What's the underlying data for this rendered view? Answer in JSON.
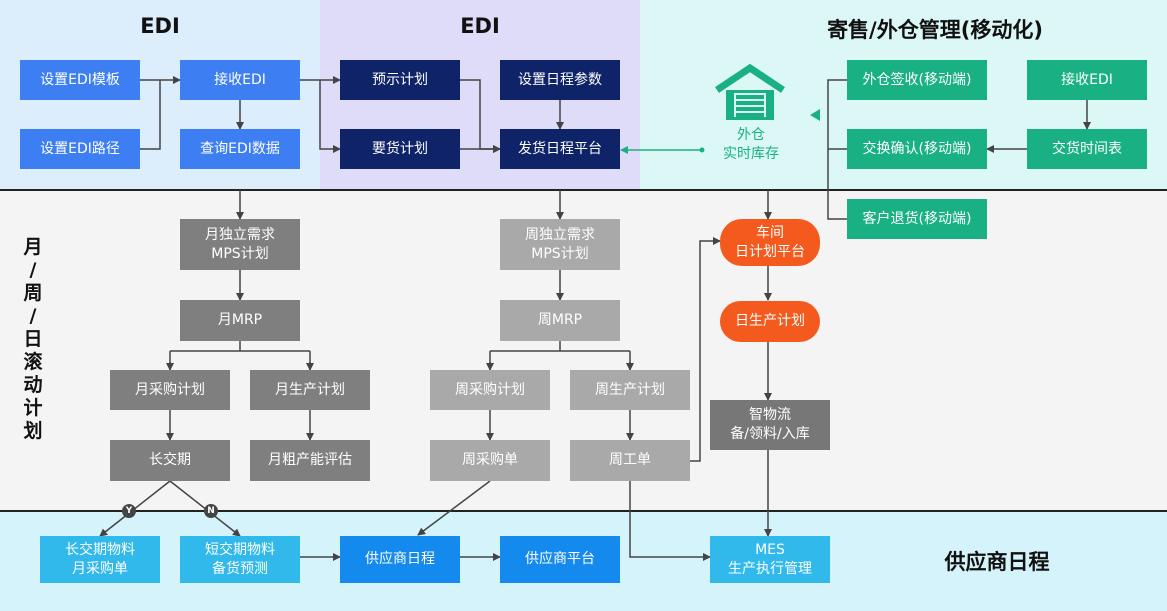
{
  "zones": {
    "edi_left_title": "EDI",
    "edi_mid_title": "EDI",
    "consign_title": "寄售/外仓管理(移动化)",
    "rolling_title": "月\n/\n周\n/\n日\n滚\n动\n计\n划",
    "supplier_title": "供应商日程"
  },
  "edi_left": {
    "set_template": "设置EDI模板",
    "receive_edi": "接收EDI",
    "set_path": "设置EDI路径",
    "query_data": "查询EDI数据"
  },
  "edi_mid": {
    "forecast_plan": "预示计划",
    "set_params": "设置日程参数",
    "demand_plan": "要货计划",
    "ship_platform": "发货日程平台"
  },
  "consign": {
    "warehouse_label": "外仓\n实时库存",
    "sign_mobile": "外仓签收(移动端)",
    "receive_edi": "接收EDI",
    "confirm_mobile": "交换确认(移动端)",
    "delivery_table": "交货时间表",
    "return_mobile": "客户退货(移动端)"
  },
  "monthly": {
    "mps": "月独立需求\nMPS计划",
    "mrp": "月MRP",
    "purchase_plan": "月采购计划",
    "production_plan": "月生产计划",
    "long_lead": "长交期",
    "capacity": "月粗产能评估"
  },
  "weekly": {
    "mps": "周独立需求\nMPS计划",
    "mrp": "周MRP",
    "purchase_plan": "周采购计划",
    "production_plan": "周生产计划",
    "purchase_order": "周采购单",
    "work_order": "周工单"
  },
  "daily": {
    "workshop": "车间\n日计划平台",
    "production": "日生产计划",
    "logistics": "智物流\n备/领料/入库"
  },
  "supplier": {
    "long_lead_order": "长交期物料\n月采购单",
    "short_lead_forecast": "短交期物料\n备货预测",
    "schedule": "供应商日程",
    "platform": "供应商平台",
    "mes": "MES\n生产执行管理"
  },
  "badges": {
    "yes": "Y",
    "no": "N"
  },
  "colors": {
    "edi_left_bg": "#dcedfc",
    "edi_mid_bg": "#dfdcf9",
    "consign_bg": "#dcf8f6",
    "rolling_bg": "#f4f4f4",
    "supplier_bg": "#d5f3fb"
  },
  "icons": {
    "warehouse": "warehouse-icon"
  }
}
